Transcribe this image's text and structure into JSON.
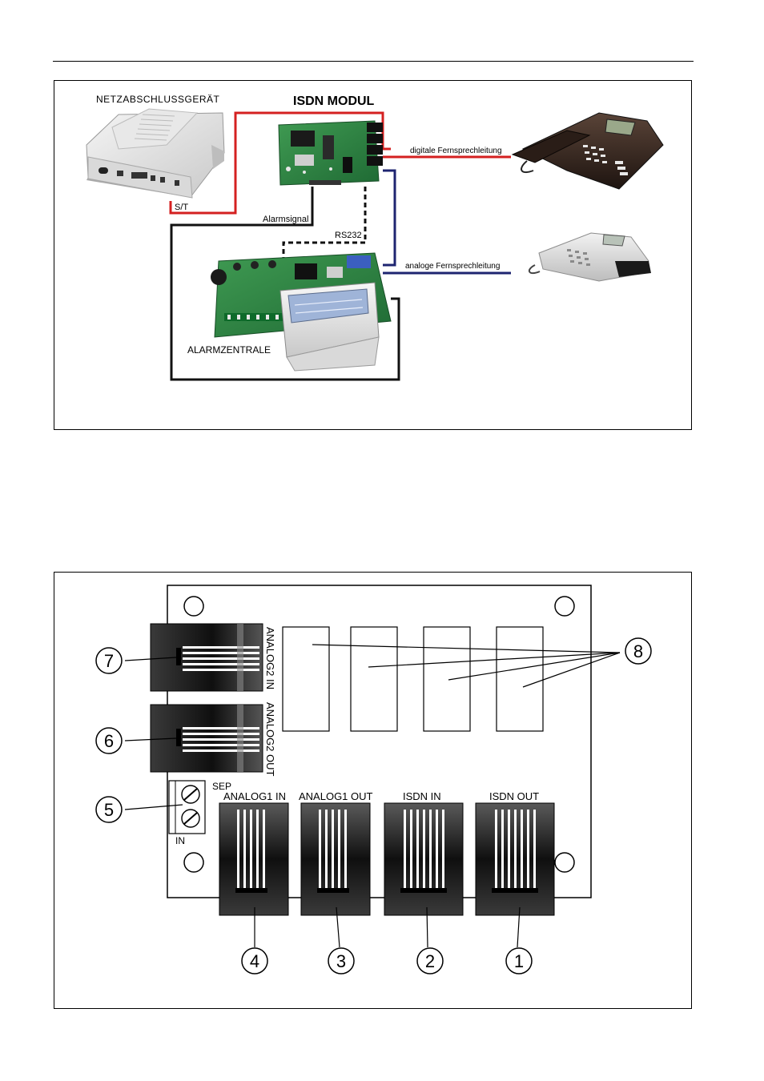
{
  "diagram1": {
    "ntba_label": "NETZABSCHLUSSGERÄT",
    "isdn_label": "ISDN MODUL",
    "st_label": "S/T",
    "alarm_signal_label": "Alarmsignal",
    "rs232_label": "RS232",
    "digital_line_label": "digitale Fernsprechleitung",
    "analog_line_label": "analoge Fernsprechleitung",
    "panel_label": "ALARMZENTRALE",
    "colors": {
      "digital": "#d42020",
      "analog": "#1e2470",
      "alarm": "#111111"
    }
  },
  "diagram2": {
    "ports": {
      "analog2_in": "ANALOG2 IN",
      "analog2_out": "ANALOG2 OUT",
      "analog1_in": "ANALOG1 IN",
      "analog1_out": "ANALOG1 OUT",
      "isdn_in": "ISDN IN",
      "isdn_out": "ISDN OUT"
    },
    "terminal": {
      "sep": "SEP",
      "in": "IN"
    },
    "callouts": {
      "c1": "1",
      "c2": "2",
      "c3": "3",
      "c4": "4",
      "c5": "5",
      "c6": "6",
      "c7": "7",
      "c8": "8"
    }
  }
}
